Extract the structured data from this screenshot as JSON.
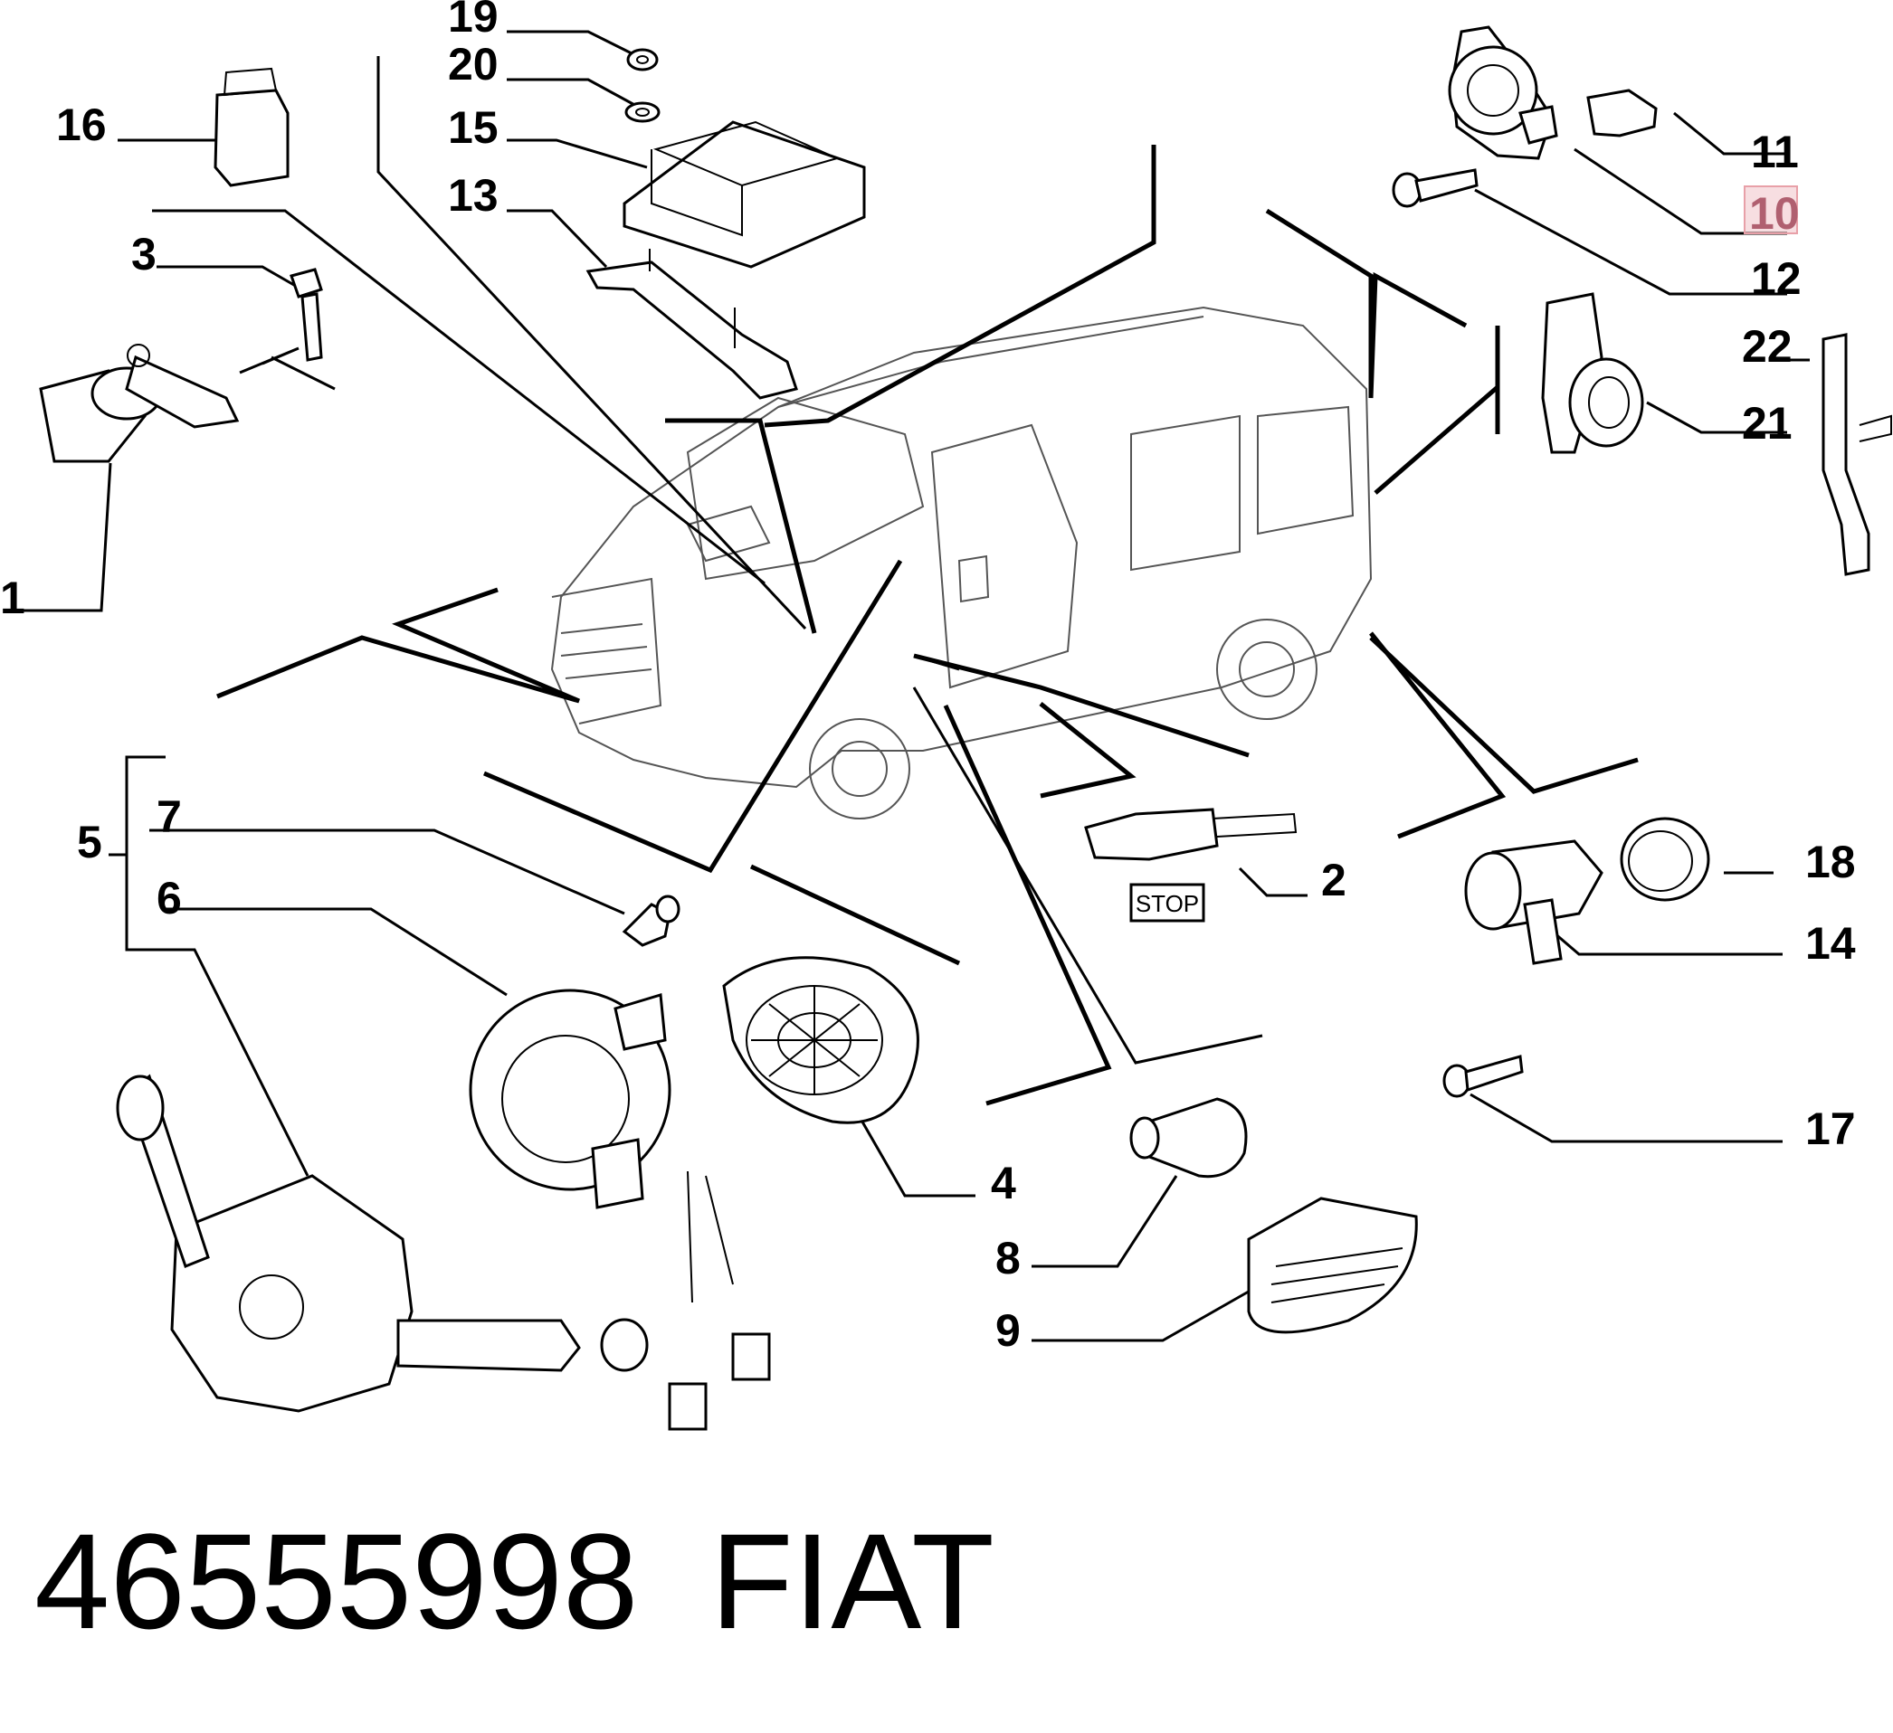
{
  "callouts": {
    "c1": "1",
    "c2": "2",
    "c3": "3",
    "c4": "4",
    "c5": "5",
    "c6": "6",
    "c7": "7",
    "c8": "8",
    "c9": "9",
    "c10": "10",
    "c11": "11",
    "c12": "12",
    "c13": "13",
    "c14": "14",
    "c15": "15",
    "c16": "16",
    "c17": "17",
    "c18": "18",
    "c19": "19",
    "c20": "20",
    "c21": "21",
    "c22": "22"
  },
  "stop_label": "STOP",
  "footer": {
    "part_number": "46555998",
    "brand": "FIAT"
  },
  "highlight_color": "#e8a0a8"
}
